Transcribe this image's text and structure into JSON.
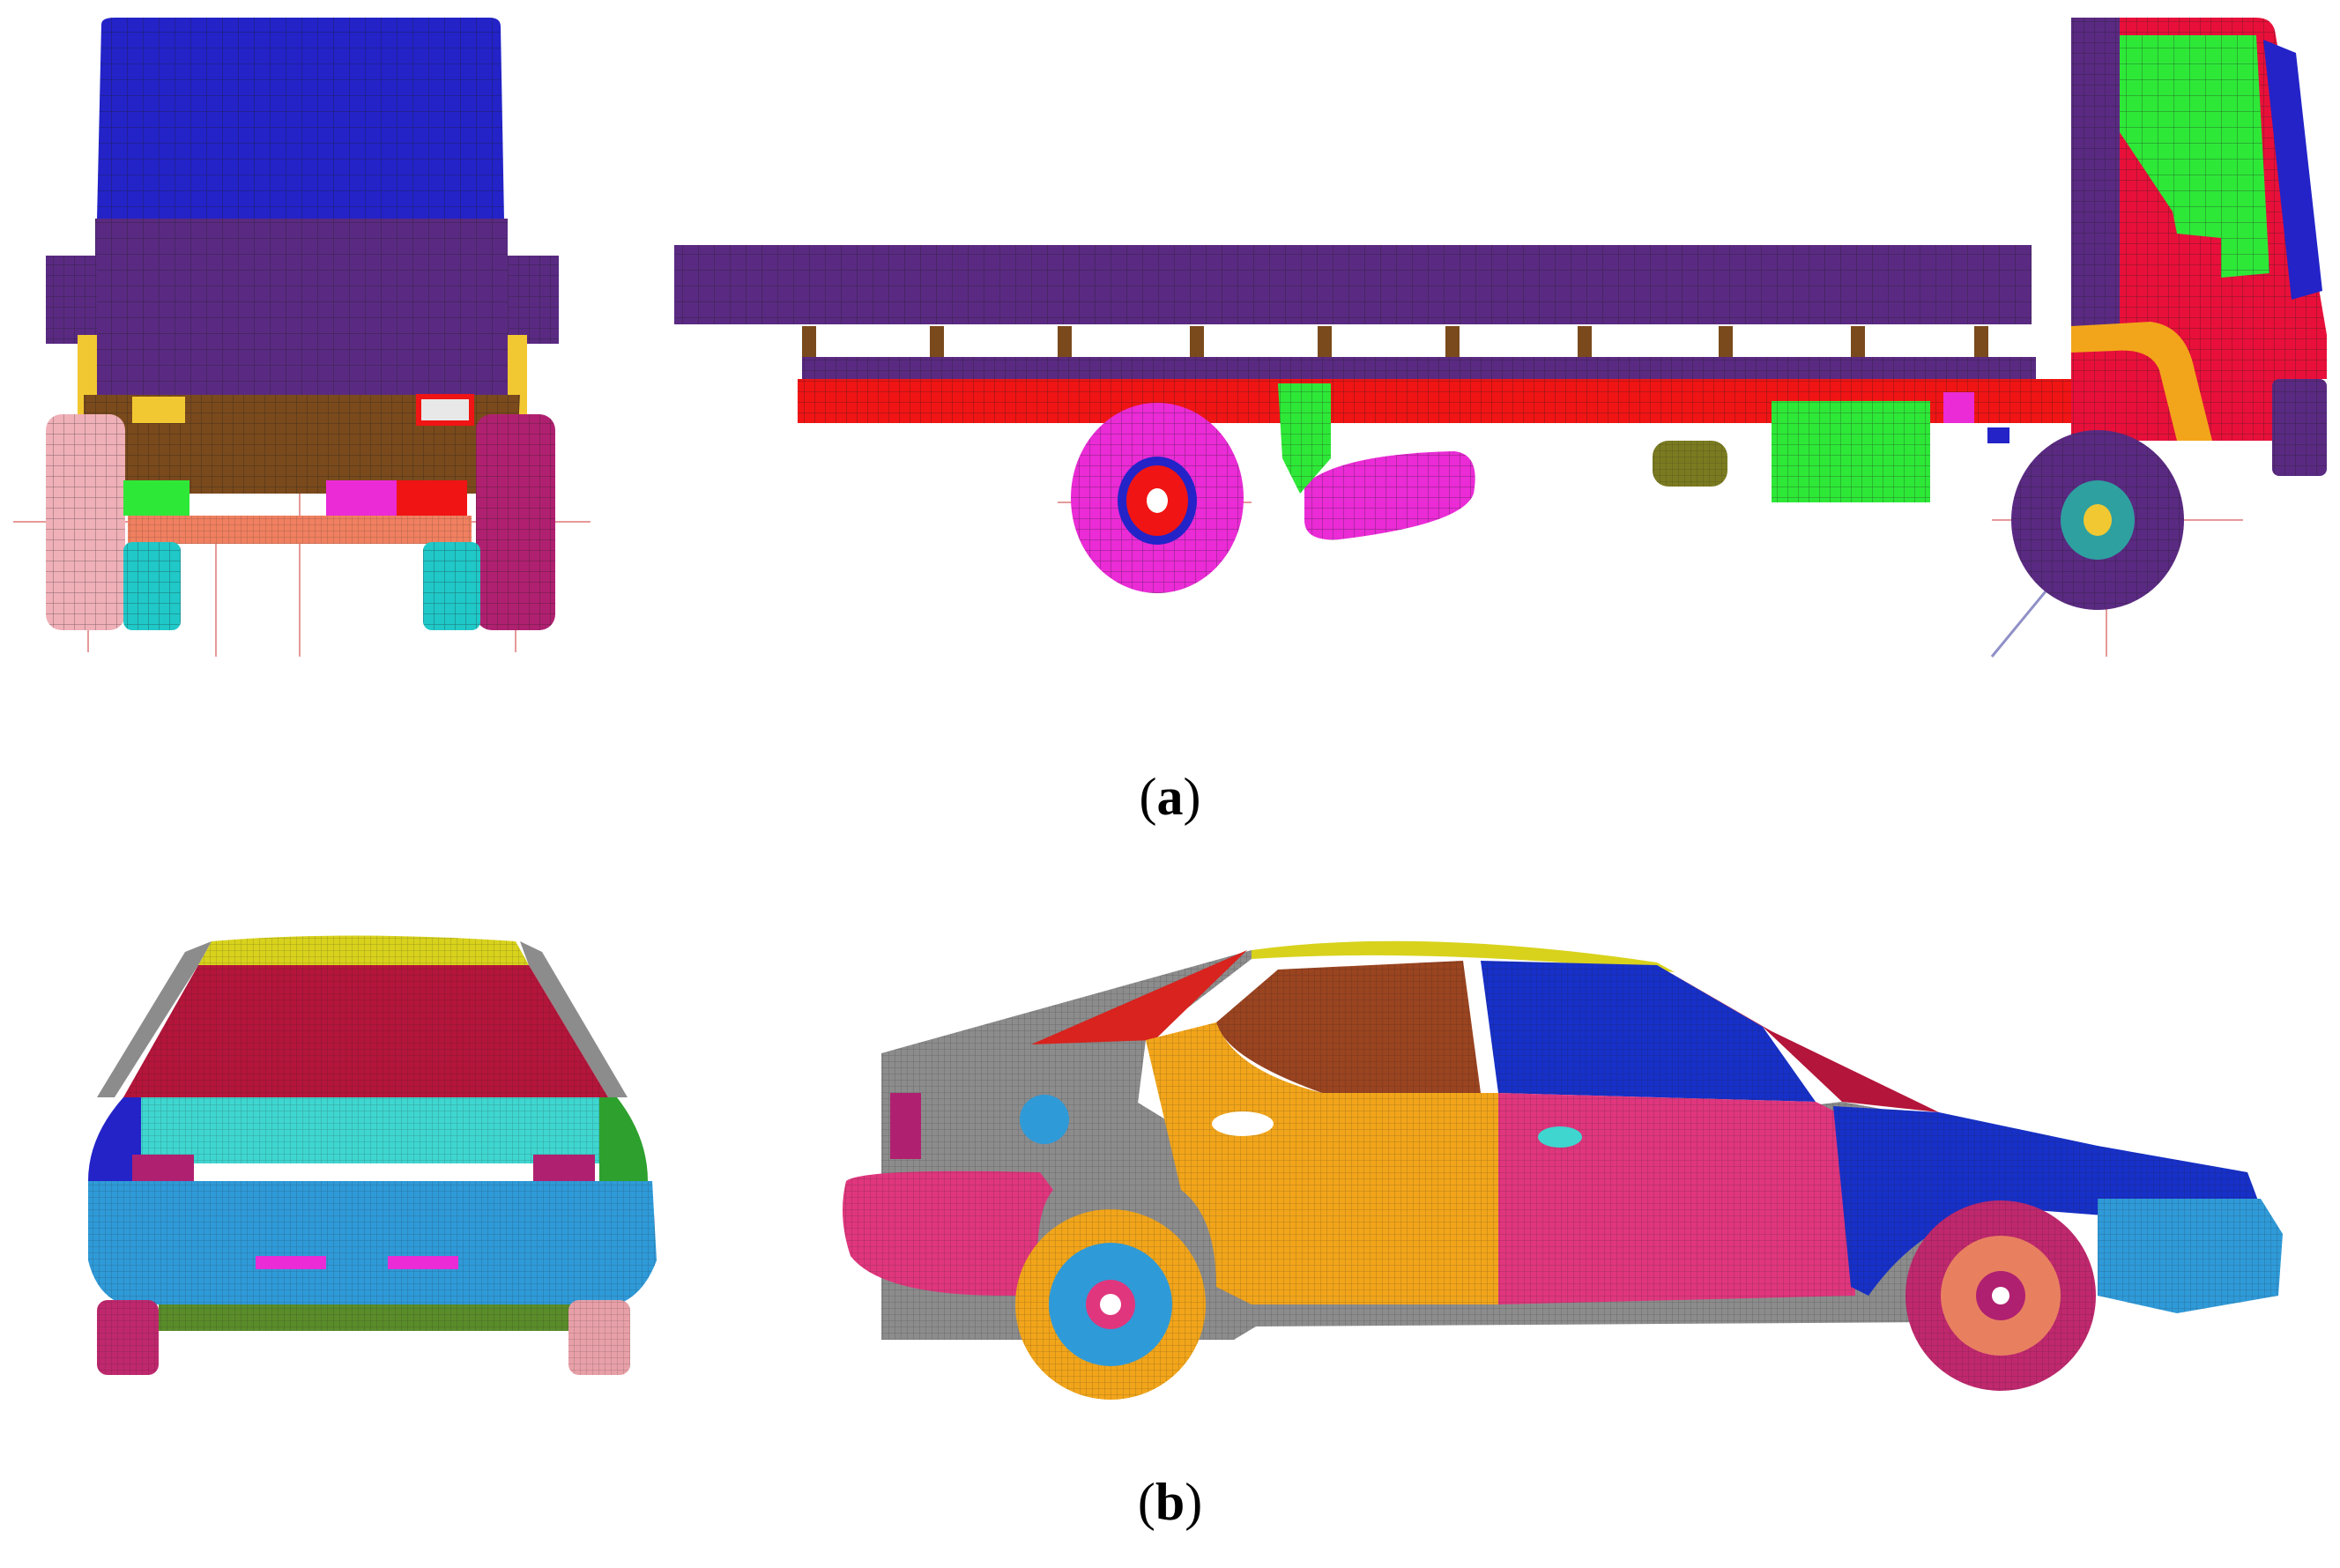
{
  "figure": {
    "panels": [
      {
        "id": "a",
        "label": "a",
        "views": [
          "truck-front-view",
          "truck-side-view"
        ]
      },
      {
        "id": "b",
        "label": "b",
        "views": [
          "car-rear-view",
          "car-side-view"
        ]
      }
    ]
  },
  "colors": {
    "mesh_line": "#1b1b1b",
    "truck_cab_blue": "#2323c8",
    "truck_purple": "#5a2a82",
    "truck_red": "#f01414",
    "truck_green": "#2ee838",
    "truck_magenta": "#ea2bd6",
    "truck_brown": "#7a4a1c",
    "truck_yellow": "#f2c832",
    "car_maroon": "#b4153a",
    "car_cyan": "#3fd6d0",
    "car_blue": "#2f9ad8",
    "car_pink": "#e0367d",
    "car_orange": "#f2a51a",
    "car_navy": "#1730c8",
    "car_grey": "#8c8c8c",
    "car_yellow": "#d8d21c",
    "car_brown": "#9a4420",
    "car_red": "#d8231e"
  }
}
